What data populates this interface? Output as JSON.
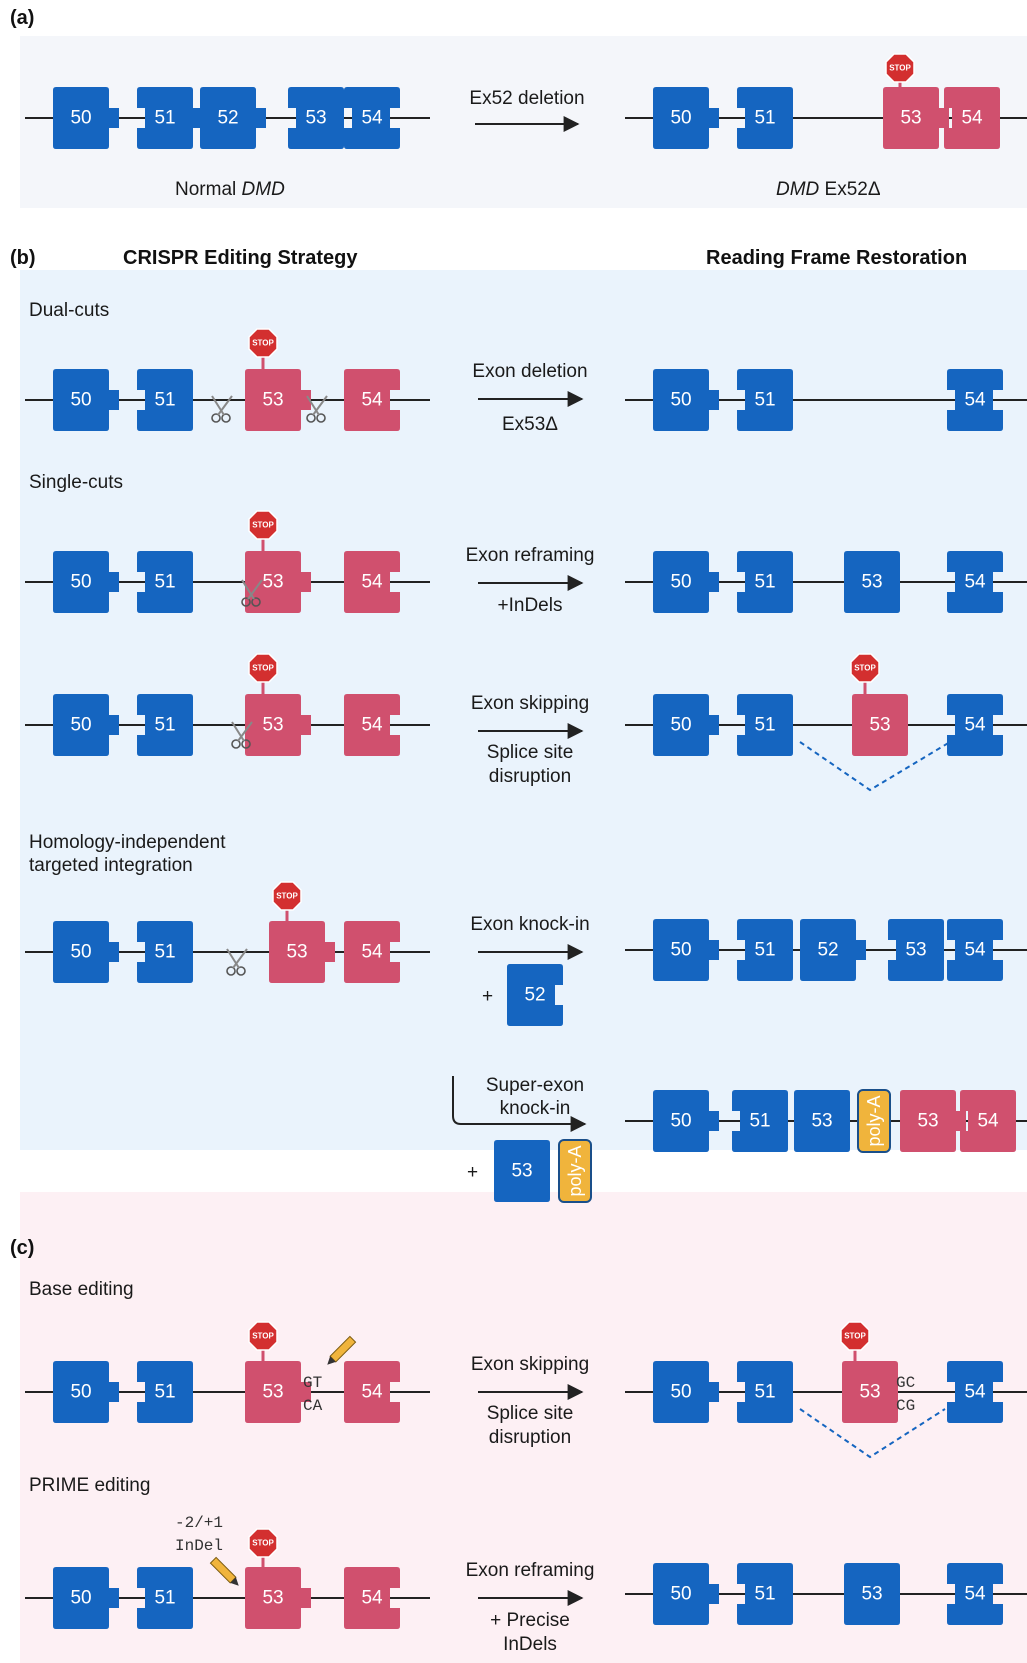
{
  "panel_a": {
    "letter": "(a)",
    "arrow_label": "Ex52 deletion",
    "normal_label_plain": "Normal ",
    "normal_label_italic": "DMD",
    "mutant_label_italic": "DMD",
    "mutant_label_plain": " Ex52Δ"
  },
  "panel_b": {
    "letter": "(b)",
    "heading_left": "CRISPR Editing Strategy",
    "heading_right": "Reading Frame Restoration",
    "dual_cuts": "Dual-cuts",
    "dual_arrow_top": "Exon deletion",
    "dual_arrow_bottom": "Ex53Δ",
    "single_cuts": "Single-cuts",
    "reframe_top": "Exon reframing",
    "reframe_bottom": "+InDels",
    "skip_top": "Exon skipping",
    "skip_bottom_1": "Splice site",
    "skip_bottom_2": "disruption",
    "hiti_1": "Homology-independent",
    "hiti_2": "targeted integration",
    "knockin_top": "Exon knock-in",
    "plus": "+",
    "super_top_1": "Super-exon",
    "super_top_2": "knock-in"
  },
  "panel_c": {
    "letter": "(c)",
    "base_editing": "Base editing",
    "base_top": "Exon skipping",
    "base_bottom_1": "Splice site",
    "base_bottom_2": "disruption",
    "gt": "GT",
    "ca": "CA",
    "gc": "GC",
    "cg": "CG",
    "prime_editing": "PRIME editing",
    "indel_1": "-2/+1",
    "indel_2": "InDel",
    "prime_top": "Exon reframing",
    "prime_bottom_1": "+ Precise",
    "prime_bottom_2": "InDels"
  },
  "exon_numbers": {
    "e50": "50",
    "e51": "51",
    "e52": "52",
    "e53": "53",
    "e54": "54"
  },
  "stop_label": "STOP",
  "polya_label": "poly-A",
  "colors": {
    "in_frame_exon": "#1565c0",
    "out_of_frame_exon": "#d0506e",
    "polya": "#f0b43c",
    "panel_a_bg": "#f4f6fa",
    "panel_b_bg": "#eaf3fc",
    "panel_c_bg": "#fdf0f4",
    "stop_sign": "#d32f2f"
  }
}
